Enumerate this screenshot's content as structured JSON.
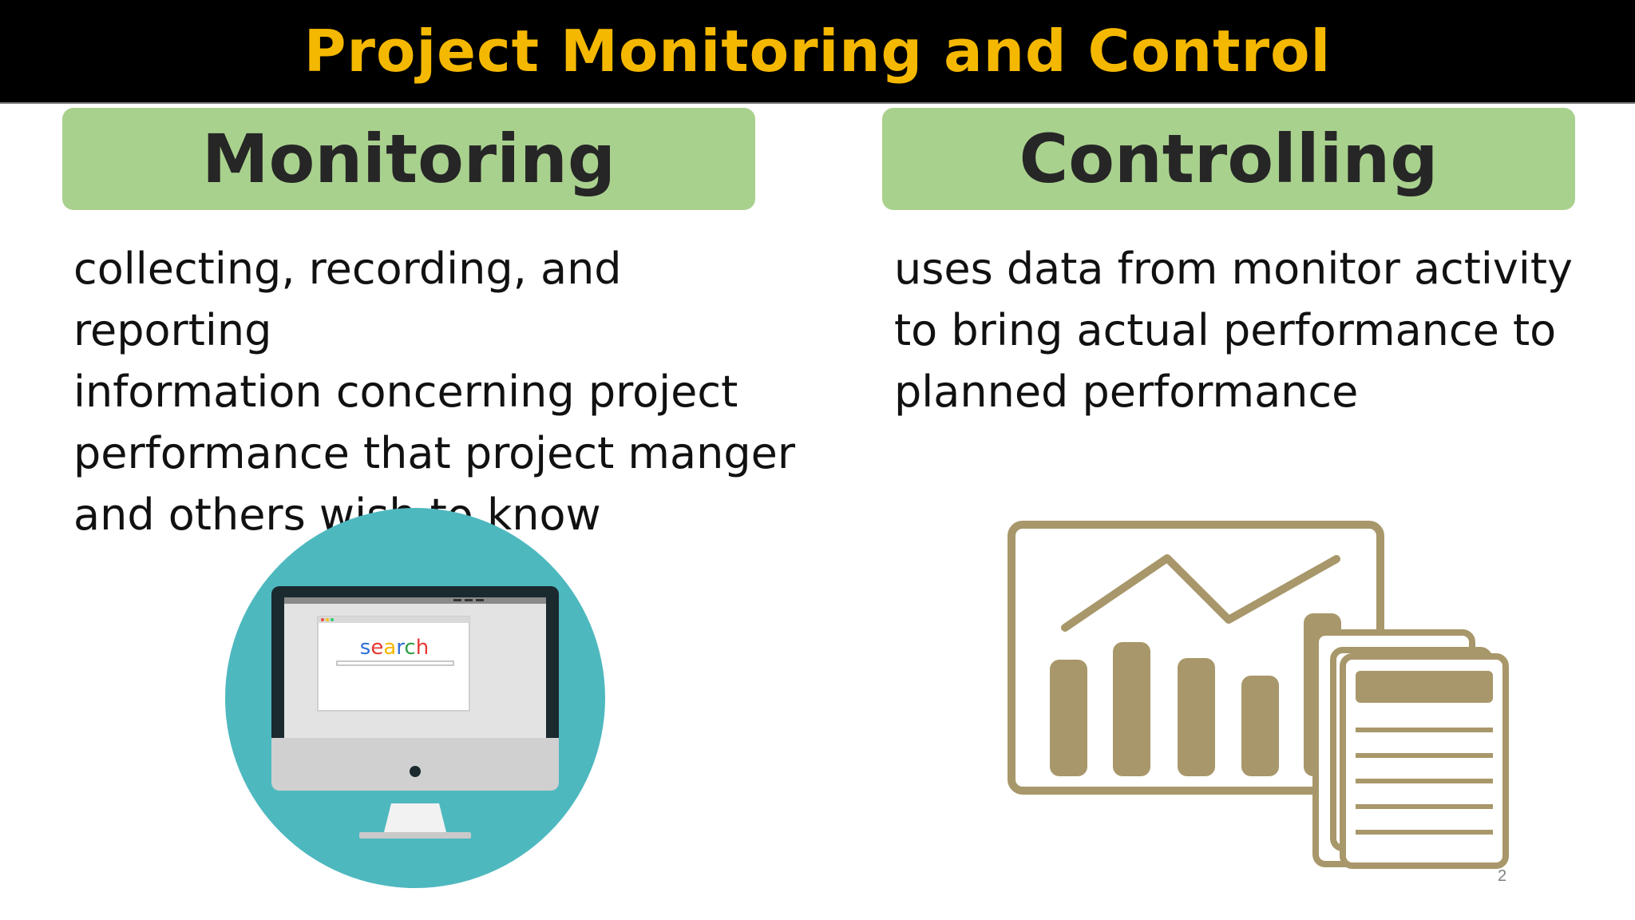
{
  "slide": {
    "title": "Project Monitoring and Control",
    "page_number": "2"
  },
  "columns": {
    "monitoring": {
      "heading": "Monitoring",
      "lines": [
        "collecting, recording, and reporting",
        "information concerning project",
        "performance that project manger",
        "and others wish to know"
      ]
    },
    "controlling": {
      "heading": "Controlling",
      "lines": [
        "uses data from monitor activity",
        "to bring actual performance to",
        "planned performance"
      ]
    }
  },
  "illustrations": {
    "monitor": {
      "icon": "desktop-search-icon",
      "screen_text": "search"
    },
    "report": {
      "icon": "chart-report-icon"
    }
  },
  "colors": {
    "title_bar": "#000000",
    "title_text": "#f5b800",
    "heading_box": "#a9d18e",
    "heading_text": "#262626",
    "teal_circle": "#4eb8bf",
    "report_gold": "#a8976a"
  }
}
